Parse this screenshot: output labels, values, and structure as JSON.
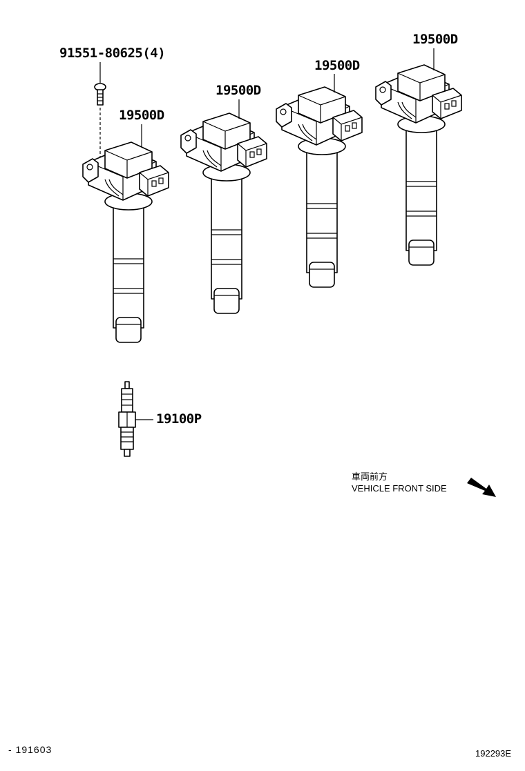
{
  "labels": {
    "bolt": "91551-80625(4)",
    "coil1": "19500D",
    "coil2": "19500D",
    "coil3": "19500D",
    "coil4": "19500D",
    "spark_plug": "19100P"
  },
  "direction": {
    "jp": "車両前方",
    "en": "VEHICLE FRONT SIDE",
    "icon": "arrow-down-right-icon"
  },
  "footer": {
    "left_code": "- 191603",
    "right_code": "192293E"
  }
}
